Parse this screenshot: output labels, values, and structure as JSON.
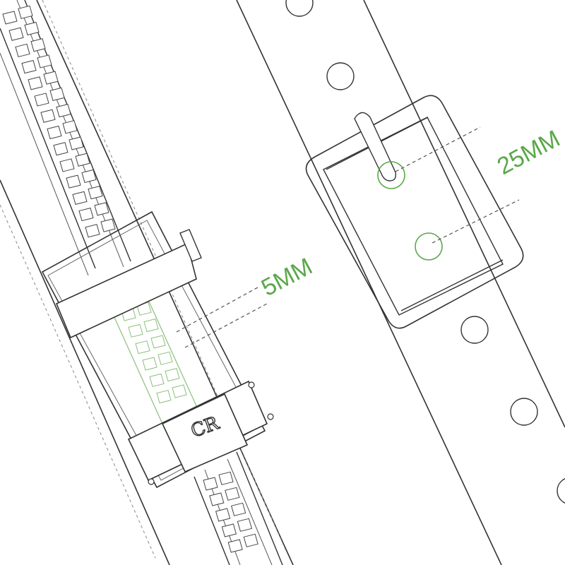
{
  "annotations": {
    "ratchet_spacing": "5MM",
    "hole_spacing": "25MM"
  },
  "logo": {
    "text": "CR"
  },
  "colors": {
    "line": "#333333",
    "accent": "#5aa84a",
    "dash": "#555555",
    "background": "#ffffff"
  }
}
